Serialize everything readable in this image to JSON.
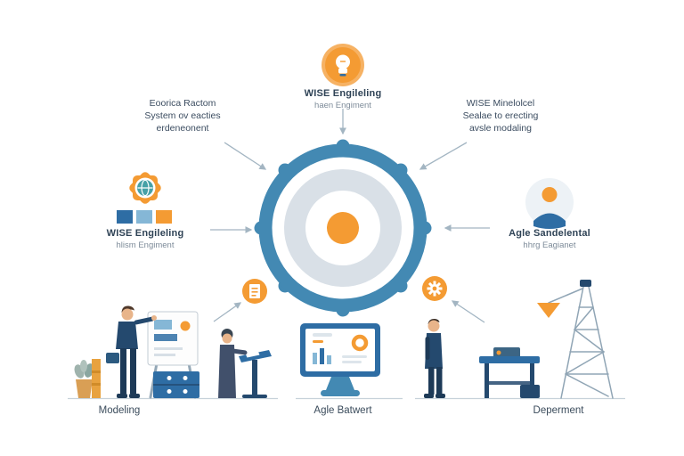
{
  "colors": {
    "blue": "#4389b3",
    "mid_blue": "#2e6da4",
    "light_blue": "#85b7d6",
    "pale": "#d9e0e7",
    "orange": "#f49b33",
    "navy": "#24496e",
    "dark": "#1d3a57",
    "teal": "#47a1a7",
    "line": "#a3b5c2",
    "ground": "#c7d2da",
    "text_dark": "#2f4356",
    "text_muted": "#7d8b99"
  },
  "labels": {
    "top": {
      "line1": "WISE Engileling",
      "line2": "haen Engiment"
    },
    "left_note": {
      "line1": "Eoorica Ractom",
      "line2": "System ov eacties",
      "line3": "erdeneonent"
    },
    "right_note": {
      "line1": "WISE Minelolcel",
      "line2": "Sealae to erecting",
      "line3": "avsle modaling"
    },
    "left_icon": {
      "line1": "WISE Engileling",
      "line2": "hlism Engiment"
    },
    "right_icon": {
      "line1": "Agle Sandelental",
      "line2": "hhrg Eagianet"
    },
    "bottom_left": "Modeling",
    "bottom_center": "Agle Batwert",
    "bottom_right": "Deperment"
  },
  "icons": {
    "top": "lightbulb-icon",
    "left": "gear-globe-icon",
    "right": "person-icon",
    "bottom_left_badge": "document-icon",
    "bottom_right_badge": "gear-icon",
    "center": "hub-target-icon"
  }
}
